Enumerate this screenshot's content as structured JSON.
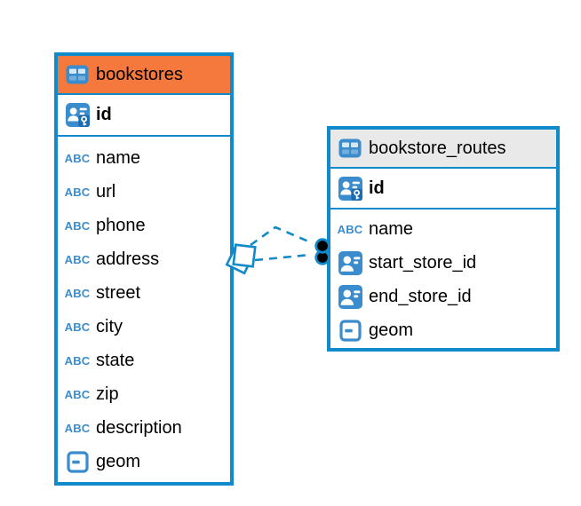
{
  "colors": {
    "table_border": "#118aca",
    "icon_blue": "#3a8ccd",
    "bookstores_header_bg": "#f5783c",
    "routes_header_bg": "#e9e9e9",
    "relation_line": "#118aca",
    "relation_dot_fill": "#000000"
  },
  "icons": {
    "text_glyph": "ABC"
  },
  "tables": [
    {
      "name": "bookstores",
      "columns": [
        {
          "name": "id",
          "type": "primary-key"
        },
        {
          "name": "name",
          "type": "text"
        },
        {
          "name": "url",
          "type": "text"
        },
        {
          "name": "phone",
          "type": "text"
        },
        {
          "name": "address",
          "type": "text"
        },
        {
          "name": "street",
          "type": "text"
        },
        {
          "name": "city",
          "type": "text"
        },
        {
          "name": "state",
          "type": "text"
        },
        {
          "name": "zip",
          "type": "text"
        },
        {
          "name": "description",
          "type": "text"
        },
        {
          "name": "geom",
          "type": "geometry"
        }
      ]
    },
    {
      "name": "bookstore_routes",
      "columns": [
        {
          "name": "id",
          "type": "primary-key"
        },
        {
          "name": "name",
          "type": "text"
        },
        {
          "name": "start_store_id",
          "type": "foreign-id"
        },
        {
          "name": "end_store_id",
          "type": "foreign-id"
        },
        {
          "name": "geom",
          "type": "geometry"
        }
      ]
    }
  ],
  "relationship": {
    "from_table": "bookstores",
    "to_table": "bookstore_routes",
    "line_style": "dashed",
    "line_count": 2
  }
}
